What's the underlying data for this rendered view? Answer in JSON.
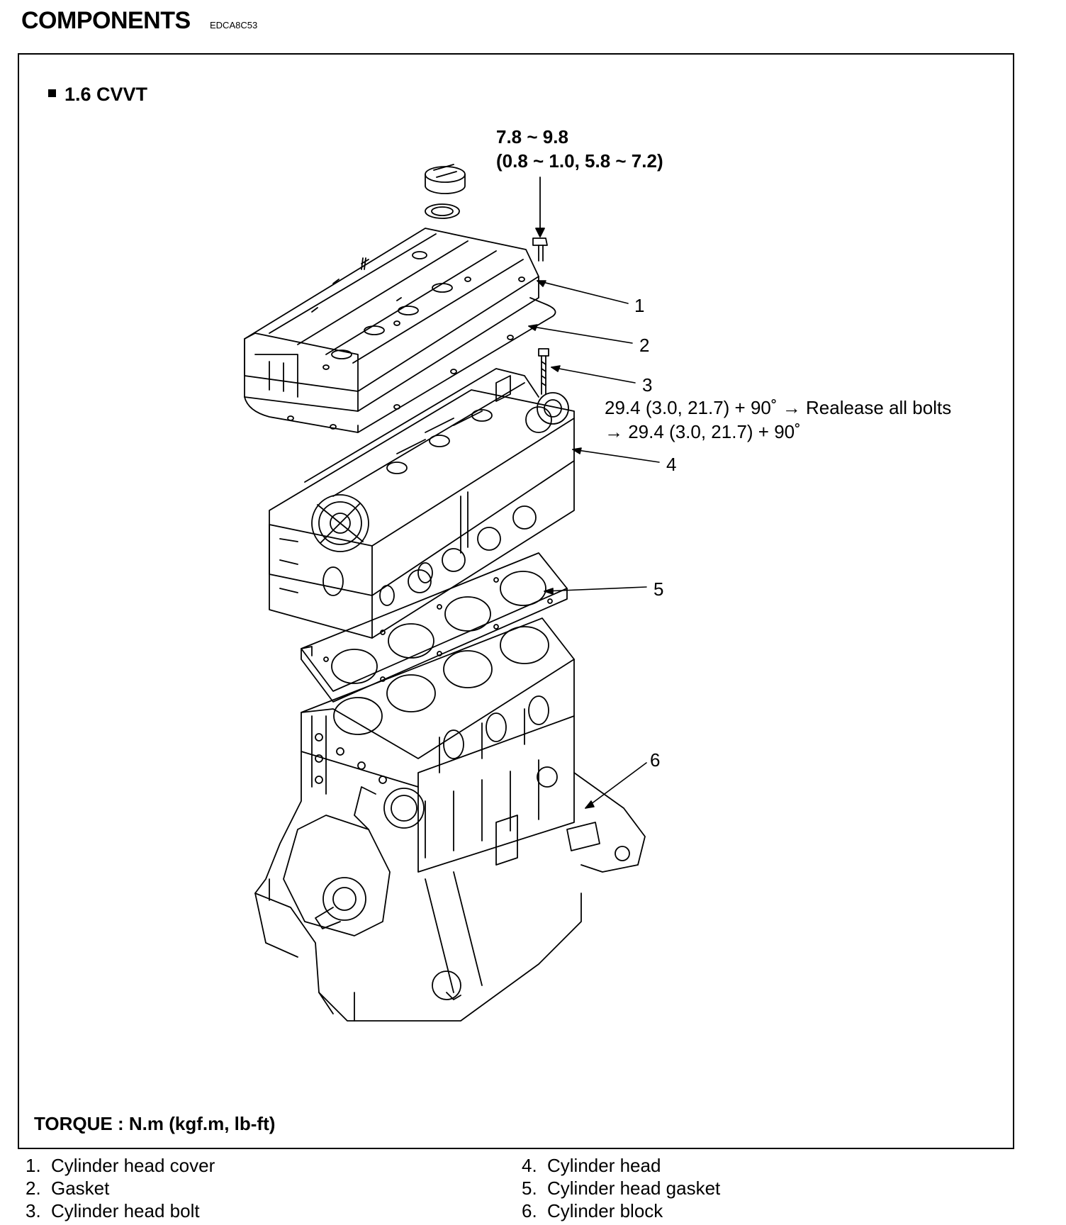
{
  "header": {
    "title": "COMPONENTS",
    "code": "EDCA8C53"
  },
  "variant": "1.6 CVVT",
  "torque_top": {
    "line1": "7.8 ~ 9.8",
    "line2": "(0.8 ~ 1.0, 5.8 ~ 7.2)"
  },
  "torque_bolt": {
    "line1": "29.4 (3.0, 21.7) + 90˚ → Realease all bolts",
    "line2": "→ 29.4 (3.0, 21.7) + 90˚"
  },
  "callouts": [
    "1",
    "2",
    "3",
    "4",
    "5",
    "6"
  ],
  "torque_unit": "TORQUE : N.m (kgf.m, lb-ft)",
  "legend": [
    {
      "num": "1.",
      "label": "Cylinder head cover"
    },
    {
      "num": "2.",
      "label": "Gasket"
    },
    {
      "num": "3.",
      "label": "Cylinder head bolt"
    },
    {
      "num": "4.",
      "label": "Cylinder head"
    },
    {
      "num": "5.",
      "label": "Cylinder head gasket"
    },
    {
      "num": "6.",
      "label": "Cylinder block"
    }
  ]
}
